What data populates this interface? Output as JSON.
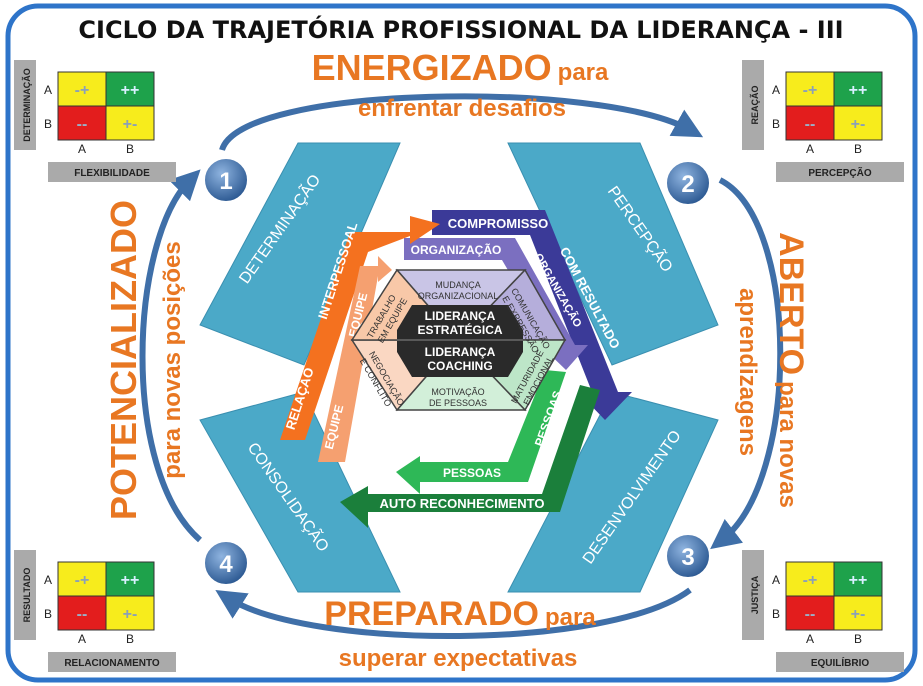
{
  "title": "CICLO DA TRAJETÓRIA PROFISSIONAL DA LIDERANÇA - III",
  "stages": {
    "top": {
      "word": "ENERGIZADO",
      "suffix": "para",
      "sub": "enfrentar desafios"
    },
    "right": {
      "word": "ABERTO",
      "suffix": "para novas",
      "sub": "aprendizagens"
    },
    "bottom": {
      "word": "PREPARADO",
      "suffix": "para",
      "sub": "superar expectativas"
    },
    "left": {
      "word": "POTENCIALIZADO",
      "sub": "para novas posições"
    }
  },
  "numbers": [
    "1",
    "2",
    "3",
    "4"
  ],
  "panels": [
    "DETERMINAÇÃO",
    "PERCEPÇÃO",
    "DESENVOLVIMENTO",
    "CONSOLIDAÇÃO"
  ],
  "matrices": [
    {
      "ylabel": "DETERMINAÇÃO",
      "xlabel": "FLEXIBILIDADE"
    },
    {
      "ylabel": "REAÇÃO",
      "xlabel": "PERCEPÇÃO"
    },
    {
      "ylabel": "RESULTADO",
      "xlabel": "RELACIONAMENTO"
    },
    {
      "ylabel": "JUSTIÇA",
      "xlabel": "EQUILÍBRIO"
    }
  ],
  "matrix_cells": {
    "tl": "-+",
    "tr": "++",
    "bl": "--",
    "br": "+-"
  },
  "matrix_axis": {
    "row_a": "A",
    "row_b": "B",
    "col_a": "A",
    "col_b": "B"
  },
  "colors": {
    "red": "#e53935",
    "orange": "#f4711f",
    "orange_light": "#f5a070",
    "navy": "#3b3a98",
    "purple": "#7b6fc0",
    "green_dark": "#1b7f3b",
    "green": "#2eb857",
    "panel": "#4ba9c8",
    "title_orange": "#e87722",
    "circle": "#3f6fa8",
    "cell_yellow": "#f7ec1c",
    "cell_green": "#1ea24b",
    "cell_red": "#e31d1d"
  },
  "arrows": {
    "relacao": "RELAÇÃO",
    "interpessoal": "INTERPESSOAL",
    "equipe_a": "EQUIPE",
    "equipe_b": "EQUIPE",
    "compromisso": "COMPROMISSO",
    "com_resultado": "COM RESULTADO",
    "organizacao_a": "ORGANIZAÇÃO",
    "organizacao_b": "ORGANIZAÇÃO",
    "pessoas_a": "PESSOAS",
    "pessoas_b": "PESSOAS",
    "auto": "AUTO RECONHECIMENTO"
  },
  "hexagon": {
    "top": [
      "MUDANÇA",
      "ORGANIZACIONAL"
    ],
    "upper_right": [
      "COMUNICAÇÃO",
      "E EXPRESSÃO"
    ],
    "lower_right": [
      "MATURIDADE",
      "EMOCIONAL"
    ],
    "bottom": [
      "MOTIVAÇÃO",
      "DE PESSOAS"
    ],
    "lower_left": [
      "NEGOCIAÇÃO",
      "E CONFLITO"
    ],
    "upper_left": [
      "TRABALHO",
      "EM EQUIPE"
    ],
    "center_top": [
      "LIDERANÇA",
      "ESTRATÉGICA"
    ],
    "center_bottom": [
      "LIDERANÇA",
      "COACHING"
    ]
  }
}
